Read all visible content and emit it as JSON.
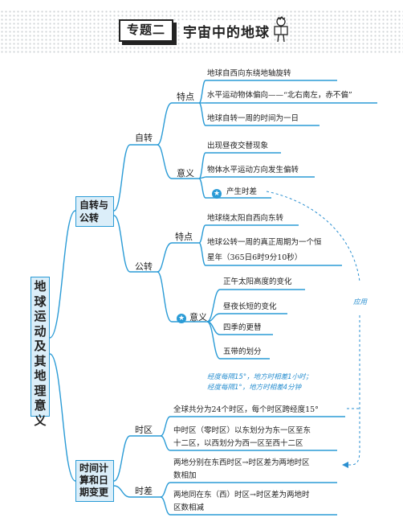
{
  "header": {
    "topic_tag": "专题二",
    "title": "宇宙中的地球"
  },
  "root": {
    "label_chars": [
      "地",
      "球",
      "运",
      "动",
      "及",
      "其",
      "地",
      "理",
      "意",
      "义"
    ]
  },
  "rotation": {
    "category": "自转与公转",
    "self": {
      "label": "自转",
      "features_label": "特点",
      "features": [
        "地球自西向东绕地轴旋转",
        "水平运动物体偏向——“北右南左，赤不偏”",
        "地球自转一周的时间为一日"
      ],
      "meaning_label": "意义",
      "meaning": [
        "出现昼夜交替现象",
        "物体水平运动方向发生偏转",
        "产生时差"
      ]
    },
    "revolution": {
      "label": "公转",
      "features_label": "特点",
      "features": [
        "地球绕太阳自西向东转",
        "地球公转一周的真正周期为一个恒",
        "星年（365日6时9分10秒）"
      ],
      "meaning_label": "意义",
      "meaning": [
        "正午太阳高度的变化",
        "昼夜长短的变化",
        "四季的更替",
        "五带的划分"
      ]
    }
  },
  "annotations": {
    "apply": "应用",
    "rule_line1": "经度每隔15°，地方时相差1小时；",
    "rule_line2": "经度每隔1°，地方时相差4分钟"
  },
  "time": {
    "category_lines": [
      "时间计",
      "算和日",
      "期变更"
    ],
    "zone": {
      "label": "时区",
      "items": [
        "全球共分为24个时区，每个时区跨经度15°",
        "中时区（零时区）以东划分为东一区至东",
        "十二区，以西划分为西一区至西十二区"
      ]
    },
    "diff": {
      "label": "时差",
      "items": [
        "两地分别在东西时区→时区差为两地时区",
        "数相加",
        "两地同在东（西）时区→时区差为两地时",
        "区数相减"
      ]
    }
  },
  "colors": {
    "accent": "#2a9bd6",
    "box_fill": "#dbeef9",
    "annotation": "#2a8fd0"
  }
}
